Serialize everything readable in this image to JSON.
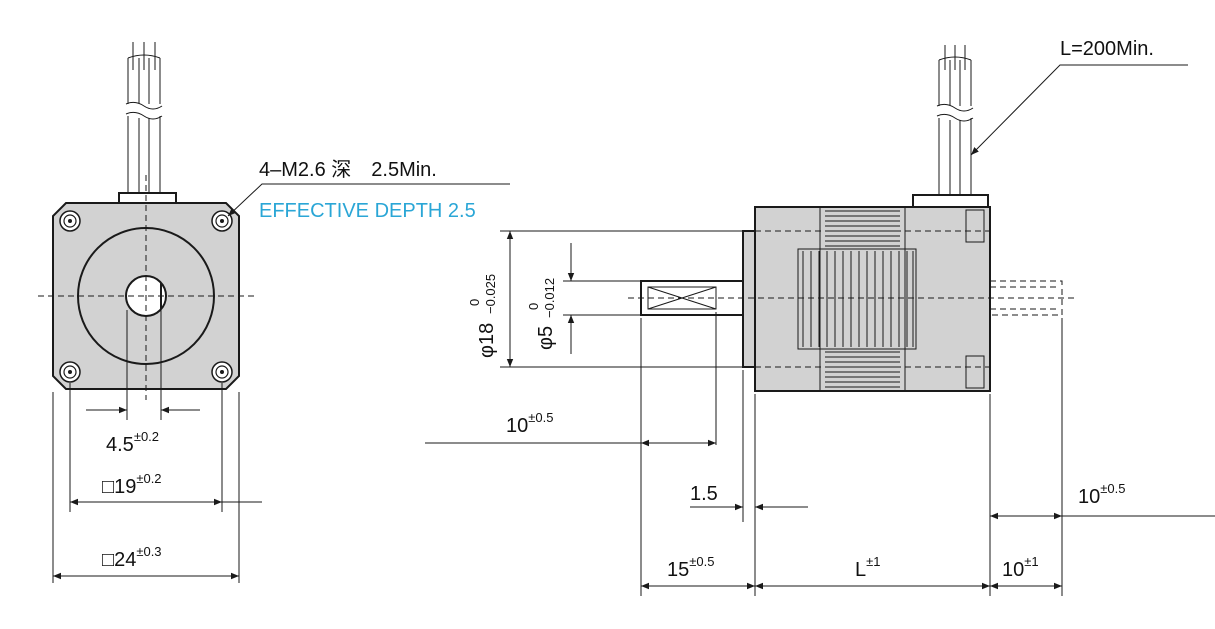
{
  "colors": {
    "accent": "#2aa6d6",
    "body": "#d2d2d2",
    "line": "#1a1a1a"
  },
  "labels": {
    "screw_note": "4–M2.6 深　2.5Min.",
    "effective_depth": "EFFECTIVE DEPTH 2.5",
    "lead_length": "L=200Min.",
    "offset": {
      "value": "4.5",
      "tol": "±0.2"
    },
    "hole_pitch": {
      "value": "□19",
      "tol": "±0.2"
    },
    "flange": {
      "value": "□24",
      "tol": "±0.3"
    },
    "pilot_dia": {
      "value": "φ18",
      "upper": "0",
      "lower": "−0.025"
    },
    "shaft_dia": {
      "value": "φ5",
      "upper": "0",
      "lower": "−0.012"
    },
    "flat_len": {
      "value": "10",
      "tol": "±0.5"
    },
    "pilot_len": {
      "value": "1.5"
    },
    "shaft_len": {
      "value": "15",
      "tol": "±0.5"
    },
    "body_len": {
      "value": "L",
      "tol": "±1"
    },
    "rear_shaft_len": {
      "value": "10",
      "tol": "±1"
    },
    "rear_flat_len": {
      "value": "10",
      "tol": "±0.5"
    }
  }
}
